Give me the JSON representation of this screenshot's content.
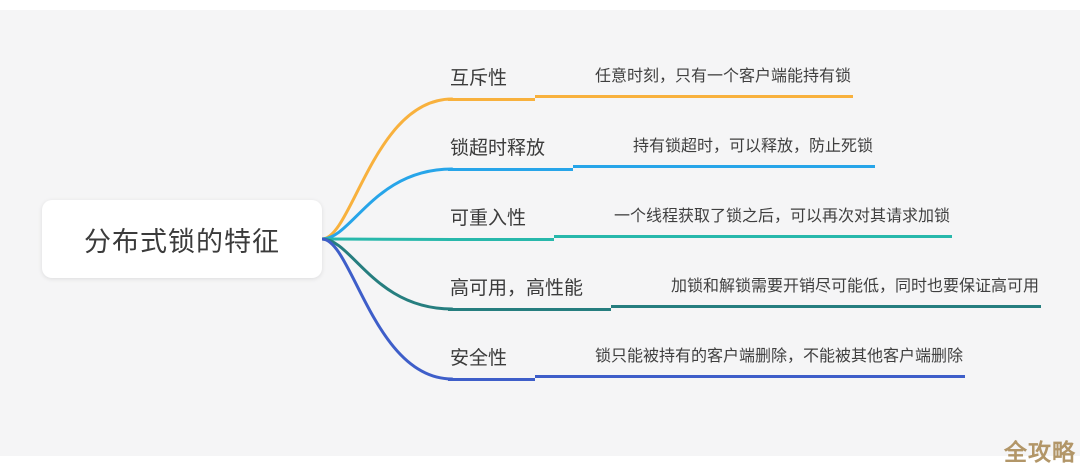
{
  "page": {
    "background_color": "#f5f5f6",
    "card_color": "#ffffff"
  },
  "root": {
    "label": "分布式锁的特征"
  },
  "branches": [
    {
      "label": "互斥性",
      "note": "任意时刻，只有一个客户端能持有锁",
      "color": "#f8b13d"
    },
    {
      "label": "锁超时释放",
      "note": "持有锁超时，可以释放，防止死锁",
      "color": "#27a5e9"
    },
    {
      "label": "可重入性",
      "note": "一个线程获取了锁之后，可以再次对其请求加锁",
      "color": "#28b8ab"
    },
    {
      "label": "高可用，高性能",
      "note": "加锁和解锁需要开销尽可能低，同时也要保证高可用",
      "color": "#267e7f"
    },
    {
      "label": "安全性",
      "note": "锁只能被持有的客户端删除，不能被其他客户端删除",
      "color": "#3e5ec9"
    }
  ],
  "watermark": {
    "text": "全攻略",
    "color": "#b29668"
  }
}
